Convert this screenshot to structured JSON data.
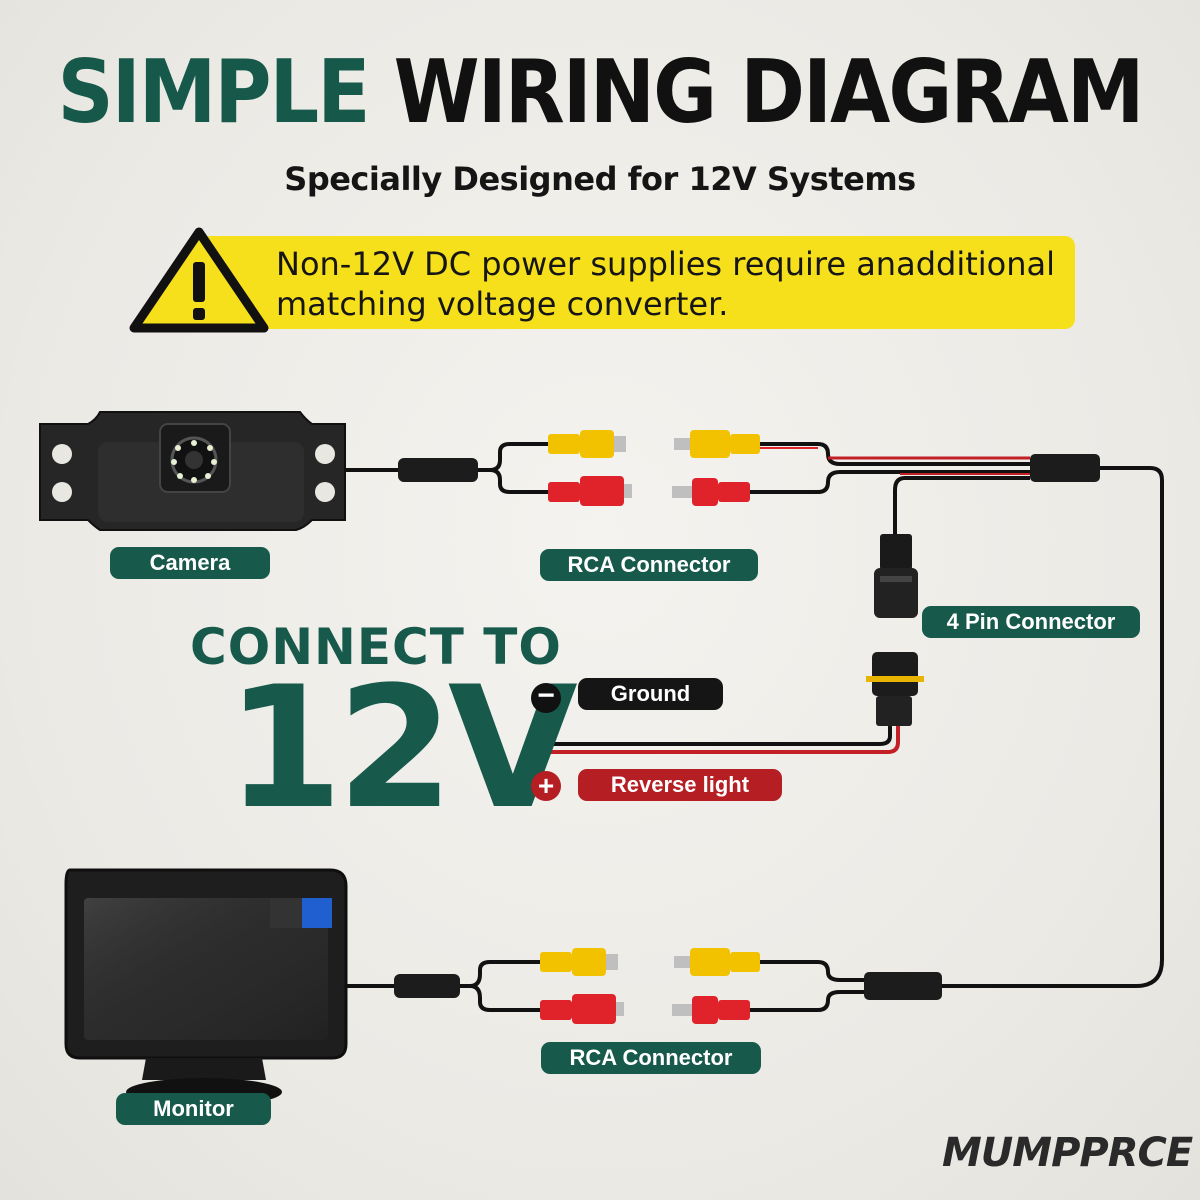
{
  "title": {
    "word1": "SIMPLE",
    "word2": "WIRING DIAGRAM"
  },
  "subtitle": "Specially Designed for 12V Systems",
  "warning": {
    "icon": "warning-triangle-icon",
    "text": "Non-12V DC power supplies require anadditional matching voltage converter."
  },
  "labels": {
    "camera": "Camera",
    "rca_top": "RCA Connector",
    "four_pin": "4 Pin Connector",
    "ground": "Ground",
    "reverse_light": "Reverse light",
    "rca_bottom": "RCA Connector",
    "monitor": "Monitor"
  },
  "signs": {
    "minus": "−",
    "plus": "+"
  },
  "headline": {
    "connect_to": "CONNECT TO",
    "voltage": "12V"
  },
  "brand": "MUMPPRCE",
  "colors": {
    "green": "#17594b",
    "yellow": "#f6df1b",
    "red": "#b51e22",
    "rca_yellow": "#f2c200",
    "rca_red": "#e0232a",
    "black": "#151515",
    "accent_blue": "#1f5fd0"
  }
}
